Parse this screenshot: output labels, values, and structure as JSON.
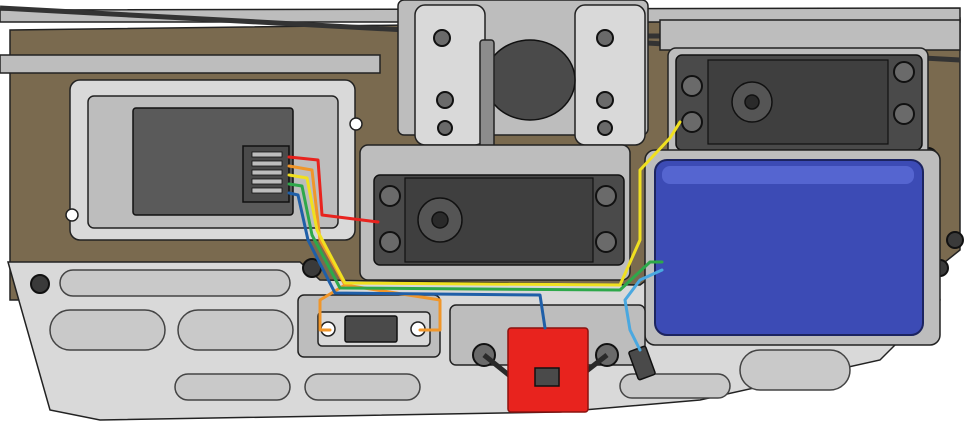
{
  "colors": {
    "background": "#ffffff",
    "chassis_tan": "#7a6a4f",
    "chassis_tan_dark": "#5e513b",
    "plastic_light": "#d9d9d9",
    "plastic_mid": "#bdbdbd",
    "plastic_dark": "#8c8c8c",
    "component_dark": "#4a4a4a",
    "receiver_body": "#5a5a5a",
    "battery_blue": "#3c4bb5",
    "battery_blue_light": "#5565d0",
    "switch_red": "#e8231e",
    "wire_red": "#e8231e",
    "wire_yellow": "#f0e020",
    "wire_green": "#2ea84a",
    "wire_blue": "#1f5fa8",
    "wire_orange": "#f0962a",
    "wire_lightblue": "#4aa8e0",
    "outline": "#222222"
  },
  "components": [
    {
      "name": "receiver",
      "icon": "receiver-icon"
    },
    {
      "name": "steering-servo",
      "icon": "servo-icon"
    },
    {
      "name": "throttle-servo",
      "icon": "servo-icon"
    },
    {
      "name": "battery-pack",
      "icon": "battery-icon"
    },
    {
      "name": "power-switch",
      "icon": "switch-icon"
    },
    {
      "name": "charge-jack",
      "icon": "connector-icon"
    },
    {
      "name": "engine",
      "icon": "engine-icon"
    }
  ]
}
